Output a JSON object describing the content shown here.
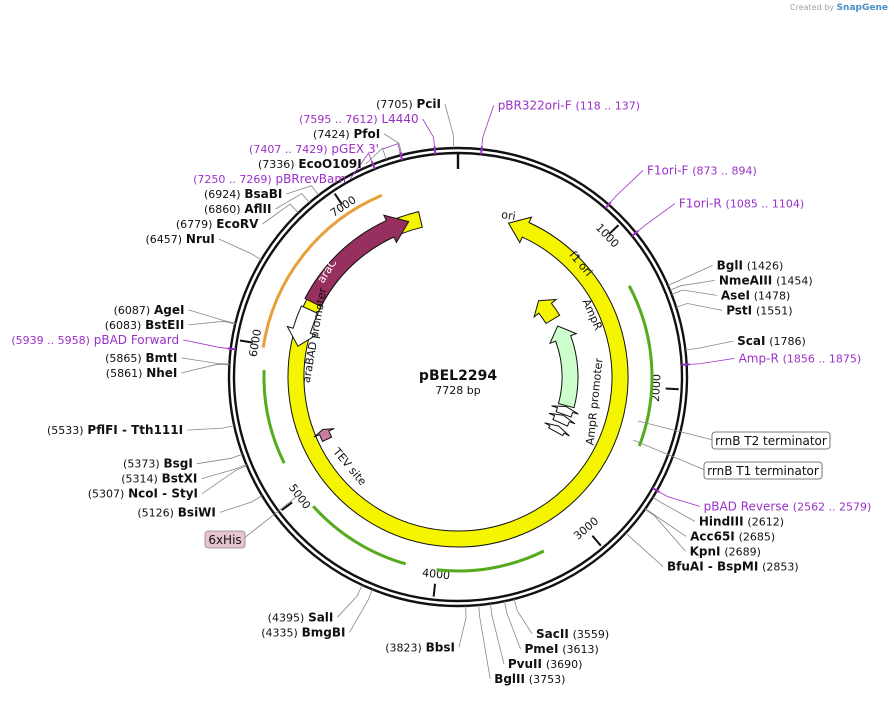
{
  "credit": {
    "prefix": "Created by",
    "brand": "SnapGene"
  },
  "plasmid": {
    "name": "pBEL2294",
    "length_label": "7728 bp",
    "length": 7728
  },
  "colors": {
    "primer": "#9b30c8",
    "araC": "#97305e",
    "ori": "#f5f500",
    "AmpR": "#ccffcc",
    "outline": "#111111",
    "orf": "#55aa1e",
    "orange": "#e8a03a"
  },
  "scale_ticks": [
    {
      "pos": 1000,
      "label": "1000"
    },
    {
      "pos": 2000,
      "label": "2000"
    },
    {
      "pos": 3000,
      "label": "3000"
    },
    {
      "pos": 4000,
      "label": "4000"
    },
    {
      "pos": 5000,
      "label": "5000"
    },
    {
      "pos": 6000,
      "label": "6000"
    },
    {
      "pos": 7000,
      "label": "7000"
    }
  ],
  "sites": [
    {
      "name": "PciI",
      "pos": 7705,
      "coord": "(7705)",
      "side": "left"
    },
    {
      "name": "PfoI",
      "pos": 7424,
      "coord": "(7424)",
      "side": "left"
    },
    {
      "name": "EcoO109I",
      "pos": 7336,
      "coord": "(7336)",
      "side": "left"
    },
    {
      "name": "BsaBI",
      "pos": 6924,
      "coord": "(6924)",
      "side": "left"
    },
    {
      "name": "AflII",
      "pos": 6860,
      "coord": "(6860)",
      "side": "left"
    },
    {
      "name": "EcoRV",
      "pos": 6779,
      "coord": "(6779)",
      "side": "left"
    },
    {
      "name": "NruI",
      "pos": 6457,
      "coord": "(6457)",
      "side": "left"
    },
    {
      "name": "AgeI",
      "pos": 6087,
      "coord": "(6087)",
      "side": "left"
    },
    {
      "name": "BstEII",
      "pos": 6083,
      "coord": "(6083)",
      "side": "left"
    },
    {
      "name": "BmtI",
      "pos": 5865,
      "coord": "(5865)",
      "side": "left"
    },
    {
      "name": "NheI",
      "pos": 5861,
      "coord": "(5861)",
      "side": "left"
    },
    {
      "name": "PflFI  -  Tth111I",
      "pos": 5533,
      "coord": "(5533)",
      "side": "left"
    },
    {
      "name": "BsgI",
      "pos": 5373,
      "coord": "(5373)",
      "side": "left"
    },
    {
      "name": "BstXI",
      "pos": 5314,
      "coord": "(5314)",
      "side": "left"
    },
    {
      "name": "NcoI  -  StyI",
      "pos": 5307,
      "coord": "(5307)",
      "side": "left"
    },
    {
      "name": "BsiWI",
      "pos": 5126,
      "coord": "(5126)",
      "side": "left"
    },
    {
      "name": "SalI",
      "pos": 4395,
      "coord": "(4395)",
      "side": "left"
    },
    {
      "name": "BmgBI",
      "pos": 4335,
      "coord": "(4335)",
      "side": "left"
    },
    {
      "name": "BbsI",
      "pos": 3823,
      "coord": "(3823)",
      "side": "left"
    },
    {
      "name": "BglII",
      "pos": 3753,
      "coord": "(3753)",
      "side": "right"
    },
    {
      "name": "PvuII",
      "pos": 3690,
      "coord": "(3690)",
      "side": "right"
    },
    {
      "name": "PmeI",
      "pos": 3613,
      "coord": "(3613)",
      "side": "right"
    },
    {
      "name": "SacII",
      "pos": 3559,
      "coord": "(3559)",
      "side": "right"
    },
    {
      "name": "BfuAI  -  BspMI",
      "pos": 2853,
      "coord": "(2853)",
      "side": "right"
    },
    {
      "name": "KpnI",
      "pos": 2689,
      "coord": "(2689)",
      "side": "right"
    },
    {
      "name": "Acc65I",
      "pos": 2685,
      "coord": "(2685)",
      "side": "right"
    },
    {
      "name": "HindIII",
      "pos": 2612,
      "coord": "(2612)",
      "side": "right"
    },
    {
      "name": "ScaI",
      "pos": 1786,
      "coord": "(1786)",
      "side": "right"
    },
    {
      "name": "PstI",
      "pos": 1551,
      "coord": "(1551)",
      "side": "right"
    },
    {
      "name": "AseI",
      "pos": 1478,
      "coord": "(1478)",
      "side": "right"
    },
    {
      "name": "NmeAIII",
      "pos": 1454,
      "coord": "(1454)",
      "side": "right"
    },
    {
      "name": "BglI",
      "pos": 1426,
      "coord": "(1426)",
      "side": "right"
    }
  ],
  "primers": [
    {
      "name": "L4440",
      "pos": 7603,
      "coord": "(7595 .. 7612)",
      "side": "left"
    },
    {
      "name": "pGEX 3'",
      "pos": 7418,
      "coord": "(7407 .. 7429)",
      "side": "left"
    },
    {
      "name": "pBRrevBam",
      "pos": 7260,
      "coord": "(7250 .. 7269)",
      "side": "left"
    },
    {
      "name": "pBAD Forward",
      "pos": 5948,
      "coord": "(5939 .. 5958)",
      "side": "left"
    },
    {
      "name": "pBR322ori-F",
      "pos": 127,
      "coord": "(118 .. 137)",
      "side": "right"
    },
    {
      "name": "F1ori-F",
      "pos": 883,
      "coord": "(873 .. 894)",
      "side": "right"
    },
    {
      "name": "F1ori-R",
      "pos": 1094,
      "coord": "(1085 .. 1104)",
      "side": "right"
    },
    {
      "name": "Amp-R",
      "pos": 1865,
      "coord": "(1856 .. 1875)",
      "side": "right"
    },
    {
      "name": "pBAD Reverse",
      "pos": 2570,
      "coord": "(2562 .. 2579)",
      "side": "right"
    }
  ],
  "features": {
    "ori": {
      "label": "ori"
    },
    "f1ori": {
      "label": "f1 ori"
    },
    "AmpR": {
      "label": "AmpR"
    },
    "AmpR_promoter": {
      "label": "AmpR promoter"
    },
    "araC": {
      "label": "araC"
    },
    "araBAD": {
      "label": "araBAD promoter"
    },
    "TEV": {
      "label": "TEV site"
    },
    "rrnB_T2": {
      "label": "rrnB T2 terminator"
    },
    "rrnB_T1": {
      "label": "rrnB T1 terminator"
    },
    "his": {
      "label": "6xHis"
    }
  }
}
